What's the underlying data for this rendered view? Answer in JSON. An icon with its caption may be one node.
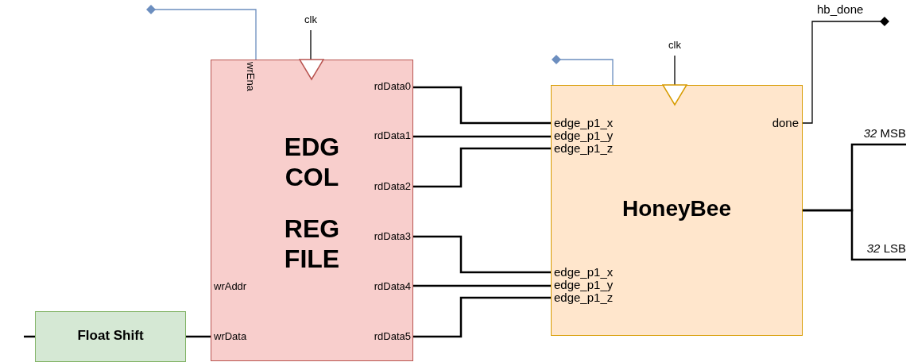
{
  "diagram": {
    "nodes": [
      {
        "text": [
          "clk"
        ]
      },
      {
        "text": [
          "clk"
        ]
      },
      {
        "text": [
          "wrEna",
          "rdData0",
          "rdData1",
          "EDG COL",
          "rdData2",
          "rdData3",
          "REG FILE",
          "wrAddr",
          "rdData4",
          "wrData",
          "rdData5"
        ]
      },
      {
        "text": [
          "edge_p1_x",
          "done",
          "edge_p1_y",
          "edge_p1_z",
          "HoneyBee",
          "edge_p1_x",
          "edge_p1_y",
          "edge_p1_z"
        ]
      },
      {
        "text": [
          "*32* MSB"
        ]
      },
      {
        "text": [
          "*32* LSB"
        ]
      },
      {
        "text": [
          "Float Shift"
        ]
      }
    ],
    "edges": [
      {
        "from": null,
        "to": 2,
        "arrow": "other",
        "color": "#6c8ebf"
      },
      {
        "from": 0,
        "to": 2,
        "arrow": "none"
      },
      {
        "from": 1,
        "to": 3,
        "arrow": "none"
      },
      {
        "from": null,
        "to": 3,
        "arrow": "other",
        "color": "#6c8ebf"
      },
      {
        "from": 3,
        "to": null,
        "arrow": "other"
      },
      {
        "from": 2,
        "to": 3,
        "arrow": "none"
      },
      {
        "from": 2,
        "to": 3,
        "arrow": "none"
      },
      {
        "from": 2,
        "to": 3,
        "arrow": "none"
      },
      {
        "from": 2,
        "to": 3,
        "arrow": "none"
      },
      {
        "from": 2,
        "to": 3,
        "arrow": "none"
      },
      {
        "from": 2,
        "to": 3,
        "arrow": "none"
      },
      {
        "from": 3,
        "to": 4,
        "arrow": "none"
      },
      {
        "from": 3,
        "to": 5,
        "arrow": "none"
      },
      {
        "from": null,
        "to": 6,
        "arrow": "none"
      },
      {
        "from": 6,
        "to": 2,
        "arrow": "none"
      }
    ],
    "labels": [
      "hb_done"
    ]
  }
}
